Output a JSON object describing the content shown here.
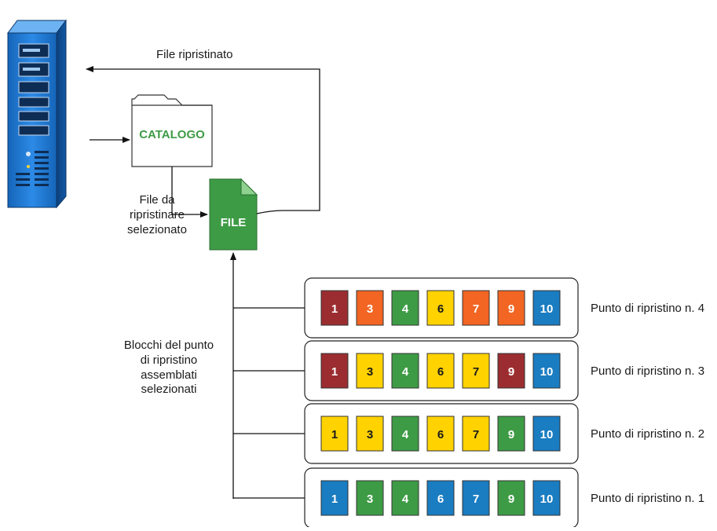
{
  "labels": {
    "file_restored": "File ripristinato",
    "file_selected": [
      "File da",
      "ripristinare",
      "selezionato"
    ],
    "blocks_selected": [
      "Blocchi del punto",
      "di ripristino",
      "assemblati",
      "selezionati"
    ]
  },
  "catalog": {
    "label": "CATALOGO"
  },
  "file": {
    "label": "FILE"
  },
  "server": {
    "icon": "server-tower-icon"
  },
  "colors": {
    "red": "#9b2d30",
    "orange": "#f26522",
    "green": "#3e9b45",
    "yellow": "#ffd200",
    "blue": "#1a7cc1",
    "file_green": "#3e9b45",
    "catalog_text": "#3e9b45"
  },
  "restore_points": [
    {
      "label": "Punto di ripristino n. 4",
      "blocks": [
        {
          "n": "1",
          "color": "red"
        },
        {
          "n": "3",
          "color": "orange"
        },
        {
          "n": "4",
          "color": "green"
        },
        {
          "n": "6",
          "color": "yellow"
        },
        {
          "n": "7",
          "color": "orange"
        },
        {
          "n": "9",
          "color": "orange"
        },
        {
          "n": "10",
          "color": "blue"
        }
      ]
    },
    {
      "label": "Punto di ripristino n. 3",
      "blocks": [
        {
          "n": "1",
          "color": "red"
        },
        {
          "n": "3",
          "color": "yellow"
        },
        {
          "n": "4",
          "color": "green"
        },
        {
          "n": "6",
          "color": "yellow"
        },
        {
          "n": "7",
          "color": "yellow"
        },
        {
          "n": "9",
          "color": "red"
        },
        {
          "n": "10",
          "color": "blue"
        }
      ]
    },
    {
      "label": "Punto di ripristino n. 2",
      "blocks": [
        {
          "n": "1",
          "color": "yellow"
        },
        {
          "n": "3",
          "color": "yellow"
        },
        {
          "n": "4",
          "color": "green"
        },
        {
          "n": "6",
          "color": "yellow"
        },
        {
          "n": "7",
          "color": "yellow"
        },
        {
          "n": "9",
          "color": "green"
        },
        {
          "n": "10",
          "color": "blue"
        }
      ]
    },
    {
      "label": "Punto di ripristino n. 1",
      "blocks": [
        {
          "n": "1",
          "color": "blue"
        },
        {
          "n": "3",
          "color": "green"
        },
        {
          "n": "4",
          "color": "green"
        },
        {
          "n": "6",
          "color": "blue"
        },
        {
          "n": "7",
          "color": "blue"
        },
        {
          "n": "9",
          "color": "green"
        },
        {
          "n": "10",
          "color": "blue"
        }
      ]
    }
  ]
}
